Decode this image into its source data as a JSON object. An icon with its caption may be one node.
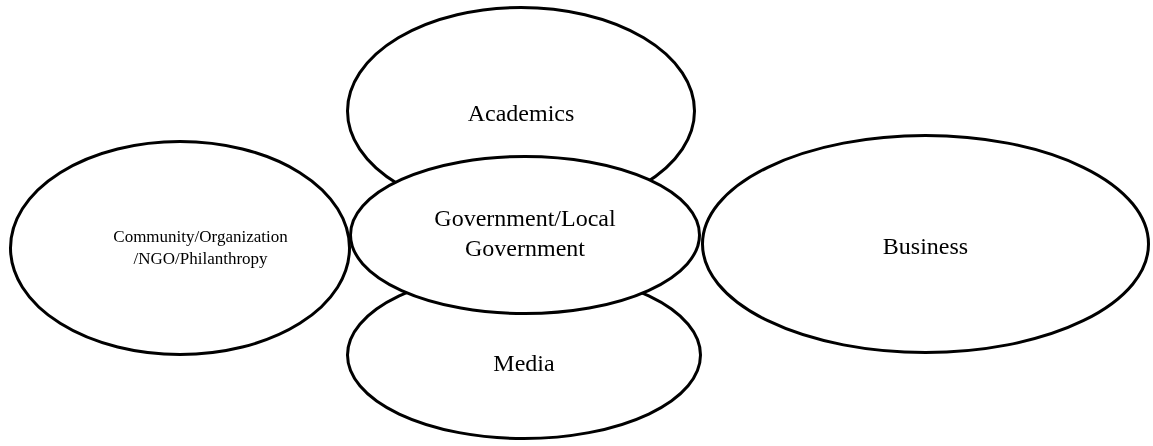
{
  "diagram": {
    "nodes": [
      {
        "text": [
          "Academics"
        ]
      },
      {
        "text": [
          "Community/Organization /NGO/Philanthropy"
        ]
      },
      {
        "text": [
          "Government/Local Government"
        ]
      },
      {
        "text": [
          "Business"
        ]
      },
      {
        "text": [
          "Media"
        ]
      }
    ]
  }
}
